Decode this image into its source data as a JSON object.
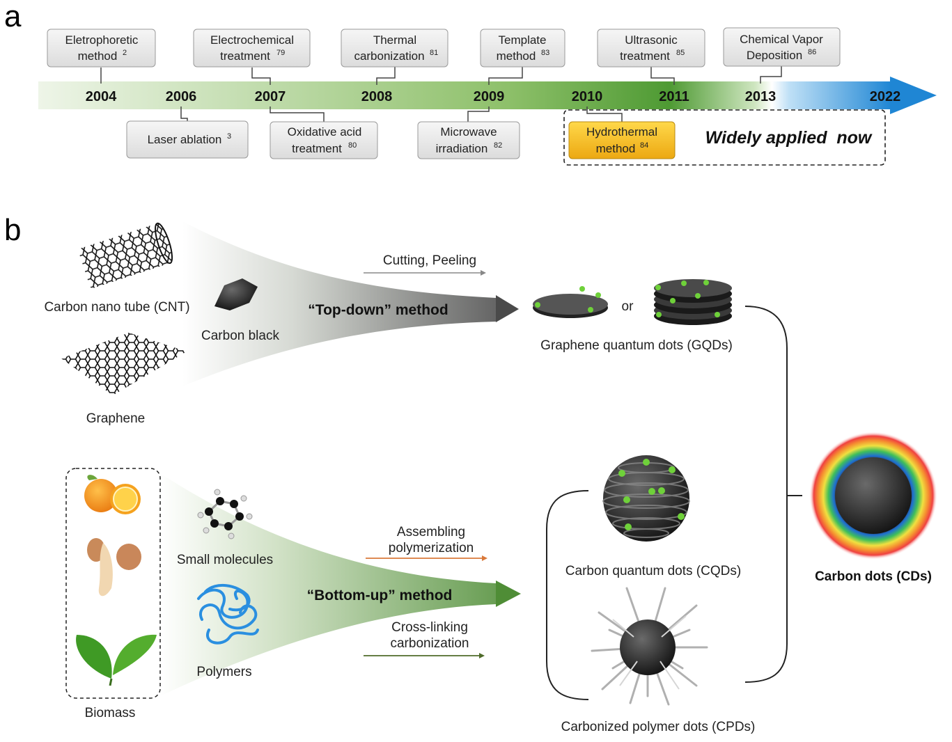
{
  "panel_a_label": "a",
  "panel_b_label": "b",
  "timeline": {
    "years": [
      "2004",
      "2006",
      "2007",
      "2008",
      "2009",
      "2010",
      "2011",
      "2013",
      "2022"
    ],
    "above": [
      {
        "line1": "Eletrophoretic",
        "line2": "method",
        "ref": "2"
      },
      {
        "line1": "Electrochemical",
        "line2": "treatment",
        "ref": "79"
      },
      {
        "line1": "Thermal",
        "line2": "carbonization",
        "ref": "81"
      },
      {
        "line1": "Template",
        "line2": "method",
        "ref": "83"
      },
      {
        "line1": "Ultrasonic",
        "line2": "treatment",
        "ref": "85"
      },
      {
        "line1": "Chemical Vapor",
        "line2": "Deposition",
        "ref": "86"
      }
    ],
    "below": [
      {
        "line1": "Laser ablation",
        "line2": "",
        "ref": "3"
      },
      {
        "line1": "Oxidative acid",
        "line2": "treatment",
        "ref": "80"
      },
      {
        "line1": "Microwave",
        "line2": "irradiation",
        "ref": "82"
      },
      {
        "line1": "Hydrothermal",
        "line2": "method",
        "ref": "84"
      }
    ],
    "widely_applied": "Widely applied  now"
  },
  "topdown": {
    "sources": [
      "Carbon nano tube (CNT)",
      "Carbon black",
      "Graphene"
    ],
    "process": "Cutting, Peeling",
    "method": "“Top-down” method",
    "or": "or",
    "product": "Graphene quantum dots (GQDs)"
  },
  "bottomup": {
    "sources": [
      "Small molecules",
      "Polymers",
      "Biomass"
    ],
    "process1_line1": "Assembling",
    "process1_line2": "polymerization",
    "process2_line1": "Cross-linking",
    "process2_line2": "carbonization",
    "method": "“Bottom-up” method",
    "product1": "Carbon quantum dots (CQDs)",
    "product2": "Carbonized polymer dots (CPDs)"
  },
  "final": "Carbon dots (CDs)",
  "colors": {
    "timeline_green": "#4f9a36",
    "timeline_blue": "#2a8fd6",
    "highlight": "#f2bb25",
    "topdown_gray": "#555555",
    "bottomup_green": "#4c8a35",
    "orange_arrow": "#d9793a"
  }
}
